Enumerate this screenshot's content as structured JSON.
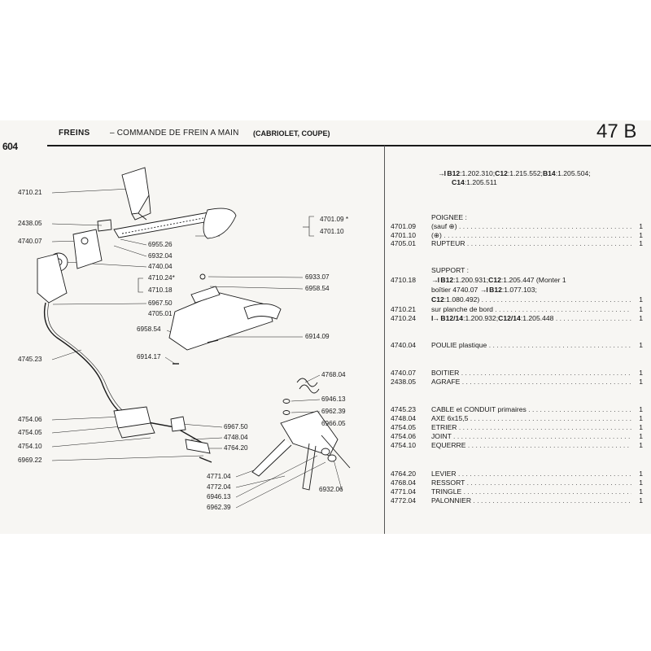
{
  "header": {
    "freins": "FREINS",
    "title": "– COMMANDE DE FREIN A MAIN",
    "subtitle": "(CABRIOLET, COUPE)",
    "page": "47 B",
    "model": "604"
  },
  "diagram_refs": [
    {
      "id": "ref-4710-21",
      "text": "4710.21"
    },
    {
      "id": "ref-2438-05",
      "text": "2438.05"
    },
    {
      "id": "ref-4740-07",
      "text": "4740.07"
    },
    {
      "id": "ref-6955-26",
      "text": "6955.26"
    },
    {
      "id": "ref-6932-04",
      "text": "6932.04"
    },
    {
      "id": "ref-4740-04",
      "text": "4740.04"
    },
    {
      "id": "ref-4701-09",
      "text": "4701.09 *"
    },
    {
      "id": "ref-4701-10",
      "text": "4701.10"
    },
    {
      "id": "ref-4710-24",
      "text": "4710.24*"
    },
    {
      "id": "ref-4710-18",
      "text": "4710.18"
    },
    {
      "id": "ref-6933-07",
      "text": "6933.07"
    },
    {
      "id": "ref-6958-54a",
      "text": "6958.54"
    },
    {
      "id": "ref-6967-50a",
      "text": "6967.50"
    },
    {
      "id": "ref-4705-01",
      "text": "4705.01"
    },
    {
      "id": "ref-6958-54b",
      "text": "6958.54"
    },
    {
      "id": "ref-6914-09",
      "text": "6914.09"
    },
    {
      "id": "ref-6914-17",
      "text": "6914.17"
    },
    {
      "id": "ref-4745-23",
      "text": "4745.23"
    },
    {
      "id": "ref-4768-04",
      "text": "4768.04"
    },
    {
      "id": "ref-6946-13a",
      "text": "6946.13"
    },
    {
      "id": "ref-6962-39a",
      "text": "6962.39"
    },
    {
      "id": "ref-6966-05",
      "text": "6966.05"
    },
    {
      "id": "ref-4754-06",
      "text": "4754.06"
    },
    {
      "id": "ref-4754-05",
      "text": "4754.05"
    },
    {
      "id": "ref-4754-10",
      "text": "4754.10"
    },
    {
      "id": "ref-6969-22",
      "text": "6969.22"
    },
    {
      "id": "ref-6967-50b",
      "text": "6967.50"
    },
    {
      "id": "ref-4748-04",
      "text": "4748.04"
    },
    {
      "id": "ref-4764-20",
      "text": "4764.20"
    },
    {
      "id": "ref-4771-04",
      "text": "4771.04"
    },
    {
      "id": "ref-4772-04",
      "text": "4772.04"
    },
    {
      "id": "ref-6946-13b",
      "text": "6946.13"
    },
    {
      "id": "ref-6962-39b",
      "text": "6962.39"
    },
    {
      "id": "ref-6932-06",
      "text": "6932.06"
    }
  ],
  "parts": {
    "intro": {
      "arrow": "→I",
      "l1_pre": "B12",
      "l1_a": ":1.202.310;",
      "l1_b": "C12",
      "l1_c": ":1.215.552;",
      "l1_d": "B14",
      "l1_e": ":1.205.504;",
      "l2_a": "C14",
      "l2_b": ":1.205.511"
    },
    "poignee_heading": "POIGNEE :",
    "rows_a": [
      {
        "code": "4701.09",
        "desc": "(sauf ⊕)",
        "qty": "1"
      },
      {
        "code": "4701.10",
        "desc": "(⊕)",
        "qty": "1"
      },
      {
        "code": "4705.01",
        "desc": "RUPTEUR",
        "qty": "1"
      }
    ],
    "support_heading": "SUPPORT :",
    "support": {
      "code": "4710.18",
      "arrow1": "→I",
      "l1_a": "B12",
      "l1_b": ":1.200.931;",
      "l1_c": "C12",
      "l1_d": ":1.205.447 (Monter 1",
      "l2": "boîtier 4740.07",
      "l2_arrow": "→I",
      "l2_b": "B12",
      "l2_c": ":1.077.103;",
      "l3_a": "C12",
      "l3_b": ":1.080.492)",
      "l3_qty": "1"
    },
    "rows_b": [
      {
        "code": "4710.21",
        "desc": "sur planche de bord",
        "qty": "1"
      }
    ],
    "row_4710_24": {
      "code": "4710.24",
      "arrow": "I→",
      "a": "B12/14",
      "b": ":1.200.932;",
      "c": "C12/14",
      "d": ":1.205.448",
      "qty": "1"
    },
    "rows_c": [
      {
        "code": "4740.04",
        "desc": "POULIE plastique",
        "qty": "1"
      }
    ],
    "rows_d": [
      {
        "code": "4740.07",
        "desc": "BOITIER",
        "qty": "1"
      },
      {
        "code": "2438.05",
        "desc": "AGRAFE",
        "qty": "1"
      }
    ],
    "rows_e": [
      {
        "code": "4745.23",
        "desc": "CABLE et CONDUIT primaires",
        "qty": "1"
      },
      {
        "code": "4748.04",
        "desc": "AXE    6x15,5",
        "qty": "1"
      },
      {
        "code": "4754.05",
        "desc": "ETRIER",
        "qty": "1"
      },
      {
        "code": "4754.06",
        "desc": "JOINT",
        "qty": "1"
      },
      {
        "code": "4754.10",
        "desc": "EQUERRE",
        "qty": "1"
      }
    ],
    "rows_f": [
      {
        "code": "4764.20",
        "desc": "LEVIER",
        "qty": "1"
      },
      {
        "code": "4768.04",
        "desc": "RESSORT",
        "qty": "1"
      },
      {
        "code": "4771.04",
        "desc": "TRINGLE",
        "qty": "1"
      },
      {
        "code": "4772.04",
        "desc": "PALONNIER",
        "qty": "1"
      }
    ]
  },
  "colors": {
    "paper": "#f7f6f3",
    "ink": "#1a1a1a"
  }
}
